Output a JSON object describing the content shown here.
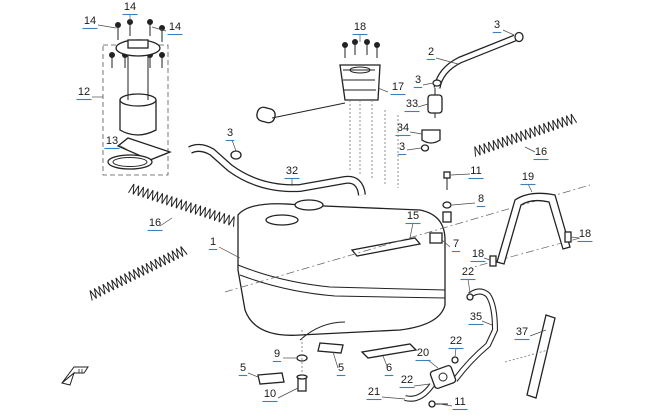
{
  "callouts": [
    {
      "id": "c14a",
      "text": "14"
    },
    {
      "id": "c14b",
      "text": "14"
    },
    {
      "id": "c14c",
      "text": "14"
    },
    {
      "id": "c12",
      "text": "12"
    },
    {
      "id": "c13",
      "text": "13"
    },
    {
      "id": "c18a",
      "text": "18"
    },
    {
      "id": "c3a",
      "text": "3"
    },
    {
      "id": "c2",
      "text": "2"
    },
    {
      "id": "c3b",
      "text": "3"
    },
    {
      "id": "c17",
      "text": "17"
    },
    {
      "id": "c33",
      "text": "33"
    },
    {
      "id": "c34",
      "text": "34"
    },
    {
      "id": "c3c",
      "text": "3"
    },
    {
      "id": "c3d",
      "text": "3"
    },
    {
      "id": "c32",
      "text": "32"
    },
    {
      "id": "c16a",
      "text": "16"
    },
    {
      "id": "c11a",
      "text": "11"
    },
    {
      "id": "c19",
      "text": "19"
    },
    {
      "id": "c8",
      "text": "8"
    },
    {
      "id": "c16b",
      "text": "16"
    },
    {
      "id": "c15",
      "text": "15"
    },
    {
      "id": "c1",
      "text": "1"
    },
    {
      "id": "c7",
      "text": "7"
    },
    {
      "id": "c18b",
      "text": "18"
    },
    {
      "id": "c18c",
      "text": "18"
    },
    {
      "id": "c22a",
      "text": "22"
    },
    {
      "id": "c35",
      "text": "35"
    },
    {
      "id": "c37",
      "text": "37"
    },
    {
      "id": "c9",
      "text": "9"
    },
    {
      "id": "c5a",
      "text": "5"
    },
    {
      "id": "c5b",
      "text": "5"
    },
    {
      "id": "c6",
      "text": "6"
    },
    {
      "id": "c20",
      "text": "20"
    },
    {
      "id": "c22b",
      "text": "22"
    },
    {
      "id": "c22c",
      "text": "22"
    },
    {
      "id": "c10",
      "text": "10"
    },
    {
      "id": "c21",
      "text": "21"
    },
    {
      "id": "c11b",
      "text": "11"
    }
  ],
  "colors": {
    "underline": "#3a7fc0",
    "line": "#222222"
  },
  "icons": {
    "orientation": "arrow-icon"
  }
}
